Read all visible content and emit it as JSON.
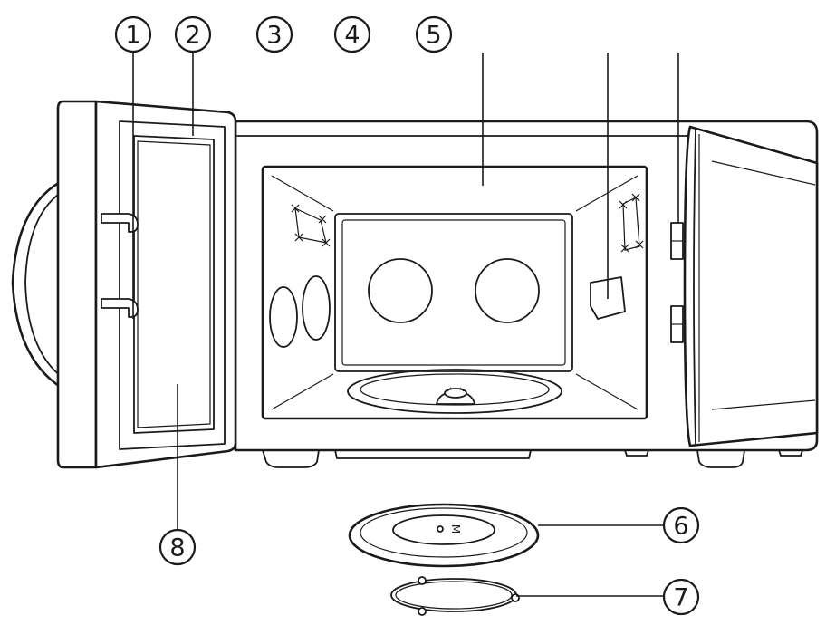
{
  "callouts": [
    {
      "id": "1",
      "label": "1"
    },
    {
      "id": "2",
      "label": "2"
    },
    {
      "id": "3",
      "label": "3"
    },
    {
      "id": "4",
      "label": "4"
    },
    {
      "id": "5",
      "label": "5"
    },
    {
      "id": "6",
      "label": "6"
    },
    {
      "id": "7",
      "label": "7"
    },
    {
      "id": "8",
      "label": "8"
    }
  ],
  "turntable_marking": "M"
}
